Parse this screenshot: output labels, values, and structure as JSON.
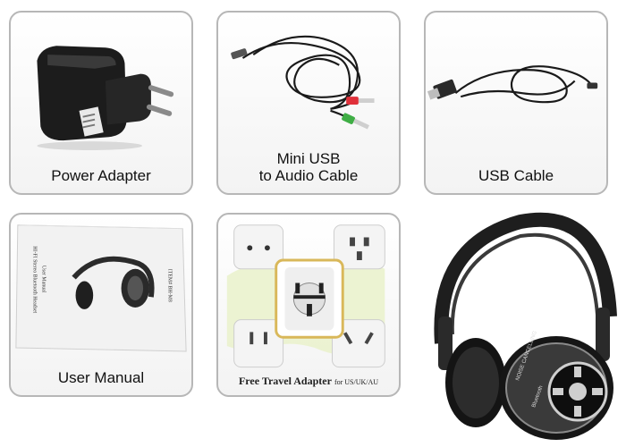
{
  "items": [
    {
      "id": "power-adapter",
      "caption": "Power Adapter"
    },
    {
      "id": "mini-usb-audio",
      "caption_line1": "Mini USB",
      "caption_line2": "to Audio Cable"
    },
    {
      "id": "usb-cable",
      "caption": "USB Cable"
    },
    {
      "id": "user-manual",
      "caption": "User Manual",
      "manual_title": "HI-FI Stereo Bluetooth Headset",
      "manual_subtitle": "User Manual",
      "manual_item": "ITEM# BH-M8"
    },
    {
      "id": "travel-adapter",
      "caption": "Free Travel Adapter",
      "caption_suffix": "for US/UK/AU"
    }
  ],
  "headphones": {
    "band_text": "NOISE CANCELLING",
    "brand_text": "Bluetooth"
  },
  "colors": {
    "card_border": "#b7b7b7",
    "plug_red": "#e0303a",
    "plug_green": "#3fae45",
    "adapter_frame": "#d9b85a"
  }
}
